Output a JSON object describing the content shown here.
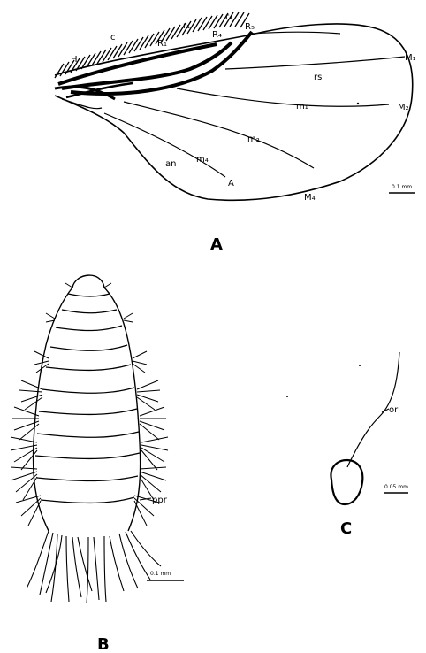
{
  "figure": {
    "panel_a": {
      "panel_label": "A",
      "labels": {
        "h": "H",
        "c": "c",
        "r1": "r₁",
        "r4": "r₄",
        "R1": "R₁",
        "R4": "R₄",
        "R5": "R₅",
        "M1": "M₁",
        "rs": "rs",
        "m1": "m₁",
        "M2": "M₂",
        "m2": "m₂",
        "m4": "m₄",
        "an": "an",
        "A": "A",
        "M4": "M₄"
      },
      "scale_bar": "0.1 mm"
    },
    "panel_b": {
      "panel_label": "B",
      "label_ppr": "ppr",
      "scale_bar": "0.1 mm"
    },
    "panel_c": {
      "panel_label": "C",
      "label_or": "or",
      "scale_bar": "0.05 mm"
    }
  }
}
